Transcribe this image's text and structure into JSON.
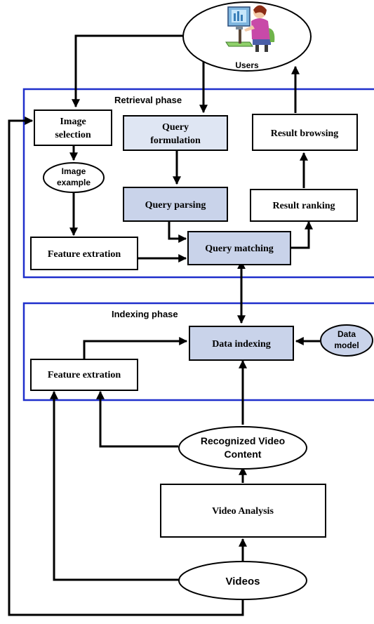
{
  "users": {
    "label": "Users"
  },
  "retrieval_phase": {
    "title": "Retrieval phase",
    "image_selection": [
      "Image",
      "selection"
    ],
    "image_example": [
      "Image",
      "example"
    ],
    "query_formulation": [
      "Query",
      "formulation"
    ],
    "result_browsing": "Result browsing",
    "query_parsing": "Query parsing",
    "result_ranking": "Result ranking",
    "feature_extraction": "Feature extration",
    "query_matching": "Query matching"
  },
  "indexing_phase": {
    "title": "Indexing phase",
    "data_indexing": "Data indexing",
    "data_model": [
      "Data",
      "model"
    ],
    "feature_extraction": "Feature extration"
  },
  "recognized_content": [
    "Recognized Video",
    "Content"
  ],
  "video_analysis": "Video Analysis",
  "videos": "Videos",
  "colors": {
    "phase_border": "#1f2fcc",
    "node_blue": "#c9d3ea",
    "node_lightblue": "#dfe6f3"
  }
}
